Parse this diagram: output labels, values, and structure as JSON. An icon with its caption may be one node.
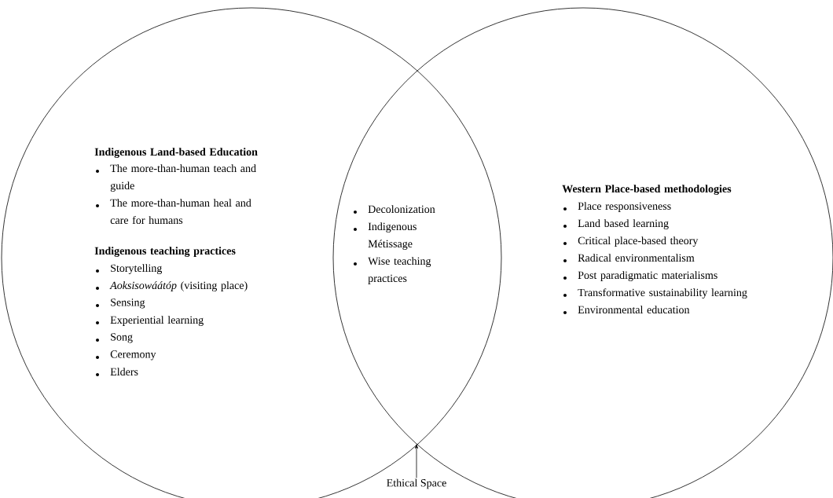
{
  "diagram": {
    "nodes": [
      {
        "text": [
          "Indigenous Land-based Education",
          "The more-than-human teach and guide",
          "The more-than-human heal and care for humans",
          "Indigenous teaching practices",
          "Storytelling",
          "*Aoksisowáátóp* (visiting place)",
          "Sensing",
          "Experiential learning",
          "Song",
          "Ceremony",
          "Elders"
        ]
      },
      {
        "text": [
          "Western Place-based methodologies",
          "Place responsiveness",
          "Land based learning",
          "Critical place-based theory",
          "Radical environmentalism",
          "Post paradigmatic materialisms",
          "Transformative sustainability learning",
          "Environmental education"
        ]
      },
      {
        "text": [
          "Ethical Space"
        ]
      }
    ],
    "edges": [
      {
        "from": 2,
        "to": 0,
        "arrow": "to"
      }
    ],
    "labels": [
      "Decolonization",
      "Indigenous Métissage",
      "Wise teaching practices"
    ]
  }
}
